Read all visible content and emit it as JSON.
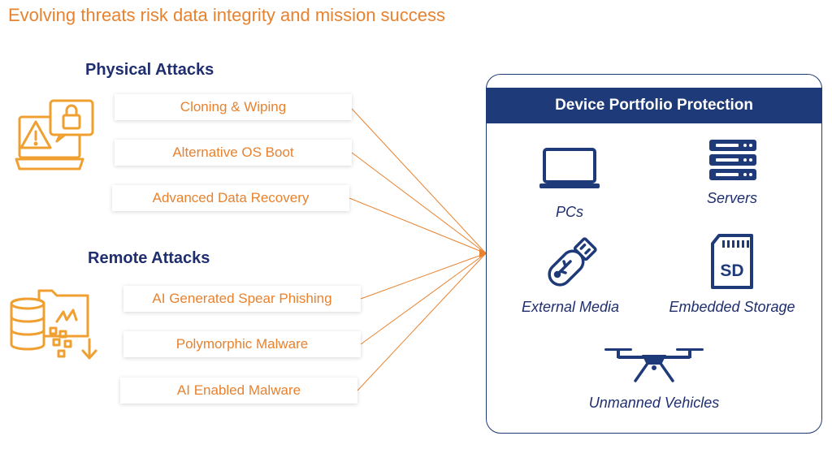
{
  "title": "Evolving threats risk data integrity and mission success",
  "physical": {
    "heading": "Physical Attacks",
    "items": [
      "Cloning & Wiping",
      "Alternative OS Boot",
      "Advanced Data Recovery"
    ]
  },
  "remote": {
    "heading": "Remote Attacks",
    "items": [
      "AI Generated  Spear Phishing",
      "Polymorphic Malware",
      "AI Enabled Malware"
    ]
  },
  "portfolio": {
    "heading": "Device Portfolio Protection",
    "devices": {
      "pcs": "PCs",
      "servers": "Servers",
      "external_media": "External Media",
      "embedded_storage": "Embedded Storage",
      "unmanned_vehicles": "Unmanned Vehicles"
    },
    "sd_text": "SD"
  },
  "colors": {
    "accent_orange": "#E8822E",
    "navy": "#1F3A78",
    "heading_navy": "#1F2E6E"
  },
  "icons": [
    "computer-warning-lock-icon",
    "database-breach-icon",
    "laptop-icon",
    "server-rack-icon",
    "usb-drive-icon",
    "sd-card-icon",
    "drone-icon"
  ]
}
